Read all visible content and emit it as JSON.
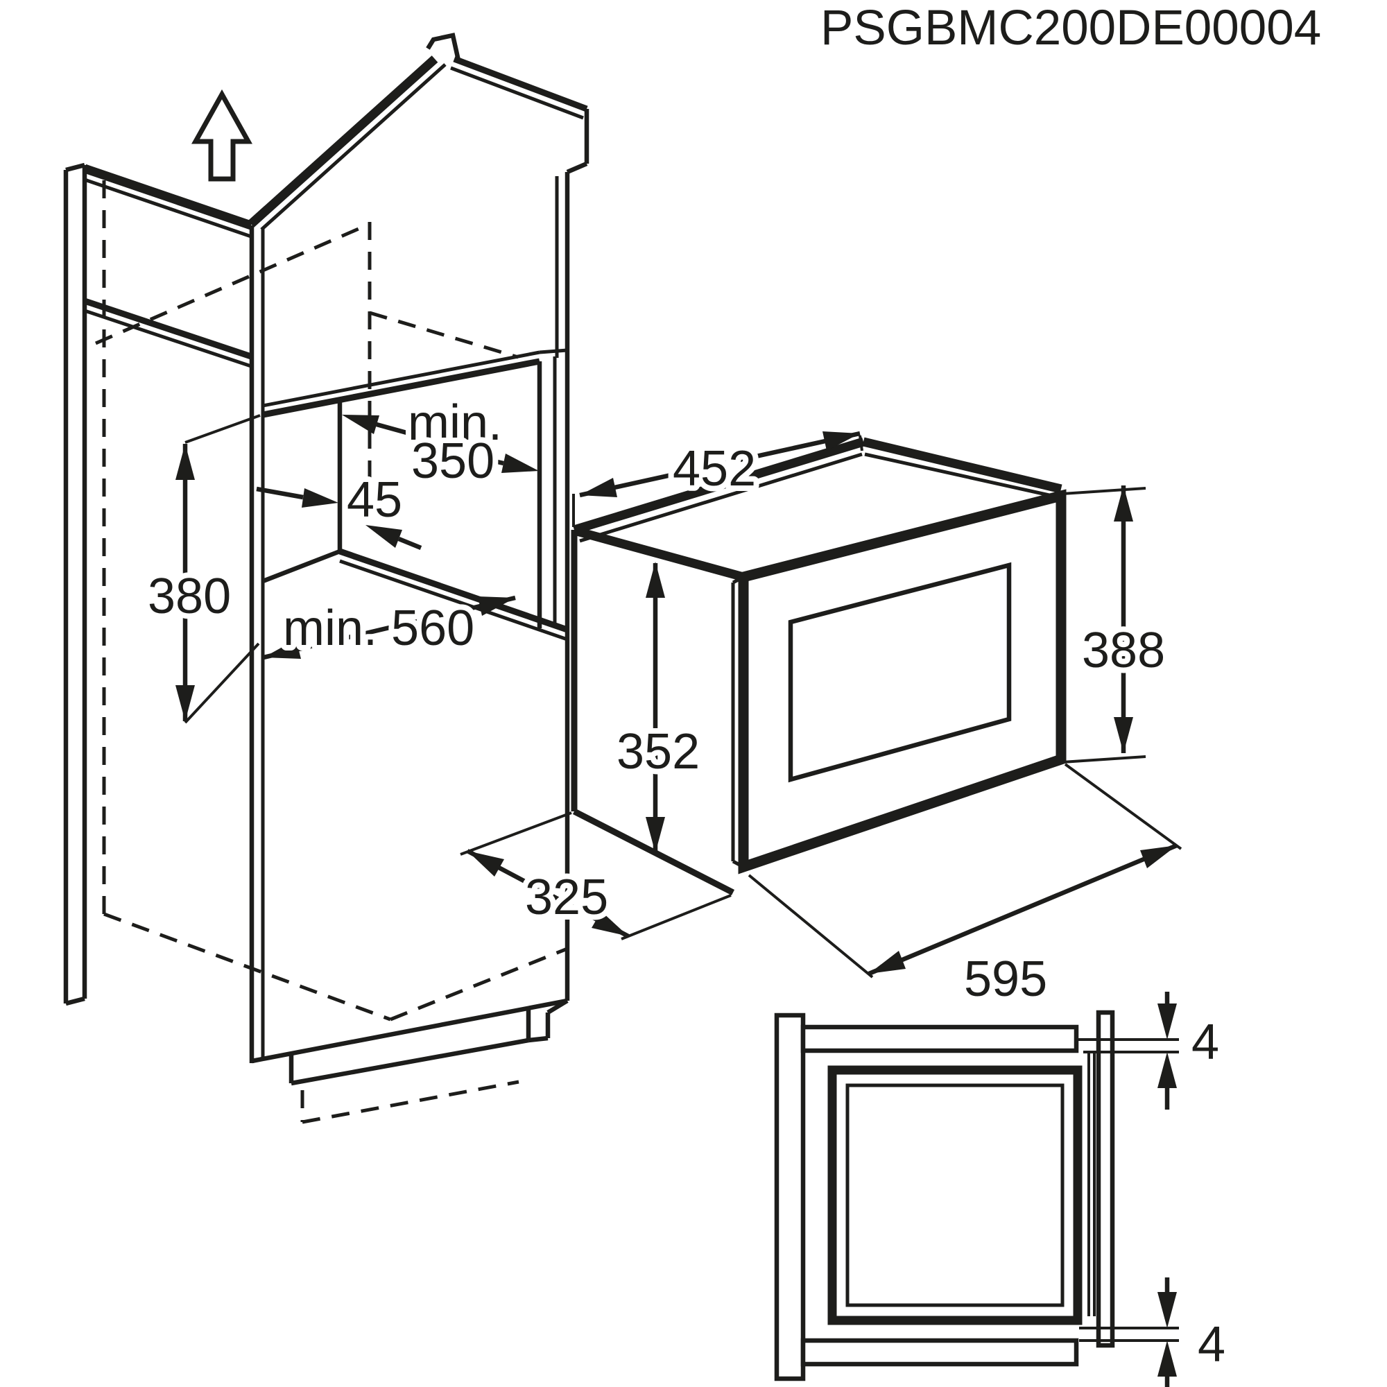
{
  "title": "PSGBMC200DE00004",
  "colors": {
    "ink": "#1d1d1b",
    "background": "#ffffff"
  },
  "icons": {
    "removal_direction": "up-arrow-outline"
  },
  "views": {
    "cabinet": {
      "dim_niche_width_prefix": "min.",
      "dim_niche_width_value": "350",
      "dim_rear_clearance": "45",
      "dim_niche_height": "380",
      "dim_niche_depth": "min. 560"
    },
    "microwave": {
      "dim_top_depth": "452",
      "dim_body_height": "352",
      "dim_door_height": "388",
      "dim_body_depth": "325",
      "dim_door_width": "595"
    },
    "section_detail": {
      "dim_gap_top": "4",
      "dim_gap_bottom": "4"
    }
  }
}
